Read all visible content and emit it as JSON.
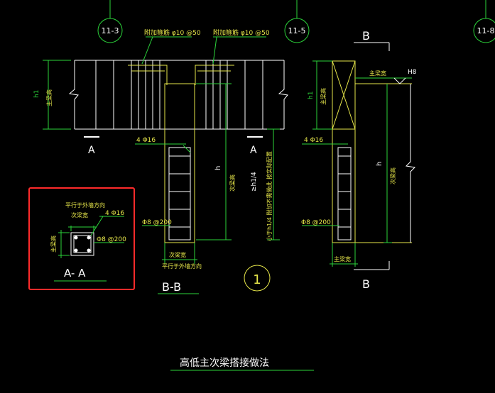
{
  "axes": {
    "a1": "11-3",
    "a2": "11-5",
    "a3": "11-8"
  },
  "labels": {
    "rebar_top_left": "附加箍筋 φ10 @50",
    "rebar_top_right": "附加箍筋 φ10 @50",
    "h1_left": "h1",
    "main_beam_height_left": "主梁高",
    "section_A_left": "A",
    "section_A_right": "A",
    "rebar_4phi16_mid": "4 Φ16",
    "stirrup_mid": "Φ8 @200",
    "h_mid": "h",
    "sub_beam_height_mid": "次梁高",
    "note_long": "小于h1/4 附加不需做此 按实际配置",
    "note_h14": "≥h1/4",
    "sub_beam_width": "次梁宽",
    "parallel_wall_mid": "平行于外墙方向",
    "section_BB": "B-B",
    "circle_num": "1",
    "B_top": "B",
    "B_bottom": "B",
    "main_beam_height_right": "主梁宽",
    "H8": "H8",
    "h1_right": "h1",
    "main_beam_right": "主梁高",
    "rebar_4phi16_right": "4 Φ16",
    "stirrup_right": "Φ8 @200",
    "h_right": "h",
    "sub_beam_height_right": "次梁高",
    "main_beam_width_right": "主梁宽",
    "detail_parallel": "平行于外墙方向",
    "detail_sub_width": "次梁宽",
    "detail_4phi16": "4 Φ16",
    "detail_main_height": "主梁高",
    "detail_stirrup": "Φ8 @200",
    "detail_section": "A- A",
    "title": "高低主次梁搭接做法"
  },
  "colors": {
    "white": "#ffffff",
    "green": "#2bd33a",
    "yellow": "#e6e64a",
    "red": "#ff2b2b"
  }
}
